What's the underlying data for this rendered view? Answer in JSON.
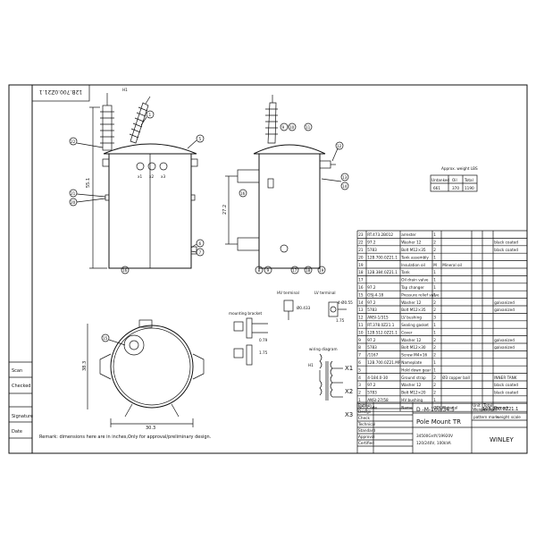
{
  "drawing_number": "12B.700.0Z21.1",
  "remark": "Remark: dimensions here are in inches,Only for approval/preliminary design.",
  "left_strip": [
    "Scan",
    "Checked",
    "Signature",
    "Date"
  ],
  "front_dims": {
    "h1": "55.1",
    "d1": "H1"
  },
  "side_dims": {
    "h2": "27.2"
  },
  "top_dims": {
    "width": "30.3",
    "depth": "38.3",
    "bracket_gap": "0.79"
  },
  "front_labels": [
    "1",
    "2",
    "3",
    "4",
    "5",
    "6",
    "7",
    "8",
    "16",
    "20",
    "21",
    "22"
  ],
  "terminal_marks": [
    "x1",
    "x2",
    "x3"
  ],
  "side_labels": [
    "9",
    "10",
    "11",
    "12",
    "13",
    "14",
    "15",
    "17",
    "18",
    "19",
    "16"
  ],
  "hv_terminal": {
    "title": "HV terminal",
    "dim": "Ø0.433"
  },
  "lv_terminal": {
    "title": "LV terminal",
    "dim1": "4-Ø0.55",
    "dim2": "1.75"
  },
  "mounting": {
    "title": "mounting bracket",
    "dim1": "0.79",
    "dim2": "1.75"
  },
  "wiring": {
    "title": "wiring diagram",
    "h1": "H1",
    "x1": "X1",
    "x2": "X2",
    "x3": "X3"
  },
  "weight": {
    "title": "Approx. weight LBS",
    "headers": [
      "Untanked",
      "Oil",
      "Total"
    ],
    "values": [
      "661",
      "370",
      "1190"
    ]
  },
  "bom_header": [
    "NO",
    "Code",
    "Name",
    "QTY",
    "Material",
    "Unit\nWeight",
    "Total\nWeight",
    "Remark"
  ],
  "bom": [
    [
      "23",
      "RT.473.2B012",
      "arrester",
      "1",
      "",
      "",
      "",
      ""
    ],
    [
      "22",
      "97.2",
      "Washer 12",
      "2",
      "",
      "",
      "",
      "black coated"
    ],
    [
      "21",
      "5783",
      "Bolt M12×35",
      "2",
      "",
      "",
      "",
      "black coated"
    ],
    [
      "20",
      "12B.700.0Z21.1",
      "Tank assembly",
      "1",
      "",
      "",
      "",
      ""
    ],
    [
      "19",
      "",
      "Insulation oil",
      "M",
      "Mineral oil",
      "",
      "",
      ""
    ],
    [
      "18",
      "12B.384.0Z21.1",
      "Tank",
      "1",
      "",
      "",
      "",
      ""
    ],
    [
      "17",
      "",
      "Oil drain valve",
      "1",
      "",
      "",
      "",
      ""
    ],
    [
      "16",
      "97.2",
      "Tap changer",
      "1",
      "",
      "",
      "",
      ""
    ],
    [
      "15",
      "GSJ-4-18",
      "Pressure relief valve",
      "1",
      "",
      "",
      "",
      ""
    ],
    [
      "14",
      "97.2",
      "Washer 12",
      "2",
      "",
      "",
      "",
      "galvanized"
    ],
    [
      "13",
      "5783",
      "Bolt M12×35",
      "2",
      "",
      "",
      "",
      "galvanized"
    ],
    [
      "12",
      "ANSI-1/315",
      "LV bushing",
      "3",
      "",
      "",
      "",
      ""
    ],
    [
      "11",
      "RT.378.0Z21.1",
      "Sealing gasket",
      "1",
      "",
      "",
      "",
      ""
    ],
    [
      "10",
      "12B.512.0Z21.1",
      "Cover",
      "1",
      "",
      "",
      "",
      ""
    ],
    [
      "9",
      "97.2",
      "Washer 12",
      "2",
      "",
      "",
      "",
      "galvanized"
    ],
    [
      "8",
      "5783",
      "Bolt M12×30",
      "2",
      "",
      "",
      "",
      "galvanized"
    ],
    [
      "7",
      "/1167",
      "Screw M4×16",
      "2",
      "",
      "",
      "",
      ""
    ],
    [
      "6",
      "12B.700.0Z21.MP",
      "Nameplate",
      "1",
      "",
      "",
      "",
      ""
    ],
    [
      "5",
      "",
      "Hold down gear",
      "1",
      "",
      "",
      "",
      ""
    ],
    [
      "4",
      "4-184.0-30",
      "Ground strap",
      "2",
      "Ø3 copper ball",
      "",
      "",
      "INNER TANK"
    ],
    [
      "3",
      "97.2",
      "Washer 12",
      "2",
      "",
      "",
      "",
      "black coated"
    ],
    [
      "2",
      "5783",
      "Bolt M12×20",
      "2",
      "",
      "",
      "",
      "black coated"
    ],
    [
      "1",
      "ANSI-27/58",
      "HV bushing",
      "1",
      "",
      "",
      "",
      ""
    ]
  ],
  "title_block": {
    "model": "D -M-100/34.5",
    "name": "Pole Mount TR",
    "spec1": "34500GrdY/19920V",
    "spec2": "120/240V, 100kVA",
    "drawing_no": "12B.700.0Z21.1",
    "company": "WINLEY",
    "cols": [
      "pattern mark",
      "weight",
      "scale"
    ],
    "sheet_labels": [
      "sheet",
      "sheets"
    ],
    "rev_rows": [
      "Pattern",
      "Design",
      "Check",
      "Technical",
      "Standard",
      "Approval",
      "Certified"
    ],
    "rev_cols": [
      "Revision",
      "Quantity",
      "Sign",
      "Date"
    ]
  }
}
